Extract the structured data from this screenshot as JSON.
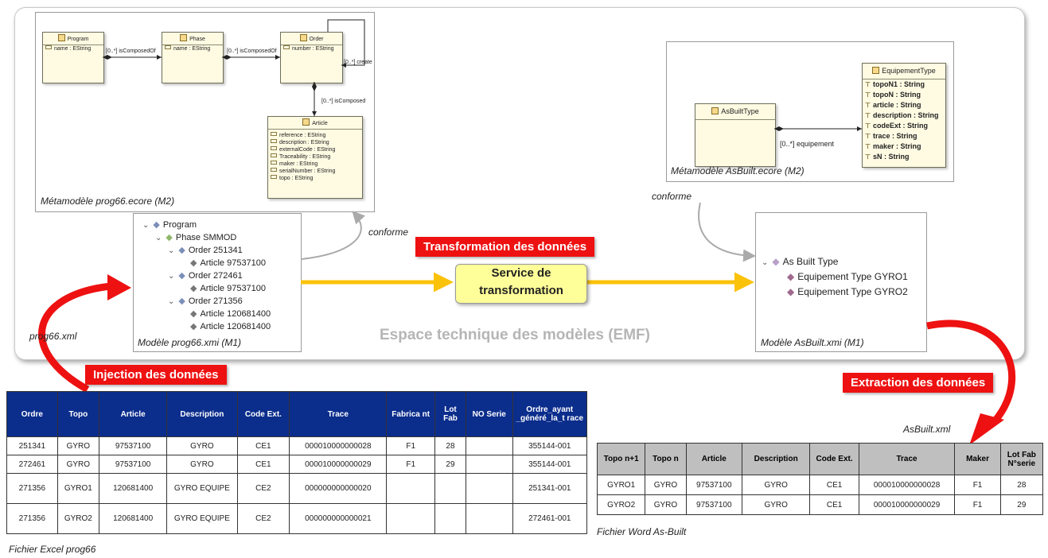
{
  "metamodel_prog66": {
    "caption": "Métamodèle prog66.ecore (M2)",
    "classes": {
      "program": {
        "name": "Program",
        "attrs": [
          "name : EString"
        ]
      },
      "phase": {
        "name": "Phase",
        "attrs": [
          "name : EString"
        ]
      },
      "order": {
        "name": "Order",
        "attrs": [
          "number : EString"
        ]
      },
      "article": {
        "name": "Article",
        "attrs": [
          "reference : EString",
          "description : EString",
          "externalCode : EString",
          "Traceability : EString",
          "maker : EString",
          "serialNumber : EString",
          "topo : EString"
        ]
      }
    },
    "relations": {
      "program_phase": "[0..*] isComposedOf",
      "phase_order": "[0..*] isComposedOf",
      "order_self": "[0..*] create",
      "order_article": "[0..*] isComposed"
    }
  },
  "model_prog66": {
    "caption": "Modèle prog66.xmi (M1)",
    "tree": [
      "Program",
      "Phase SMMOD",
      "Order 251341",
      "Article 97537100",
      "Order 272461",
      "Article 97537100",
      "Order 271356",
      "Article 120681400",
      "Article 120681400"
    ]
  },
  "metamodel_asbuilt": {
    "caption": "Métamodèle AsBuilt.ecore (M2)",
    "asbuilt_class": "AsBuiltType",
    "equip_class": "EquipementType",
    "equip_attrs": [
      "topoN1 : String",
      "topoN : String",
      "article : String",
      "description : String",
      "codeExt : String",
      "trace : String",
      "maker : String",
      "sN : String"
    ],
    "relation": "[0..*] equipement"
  },
  "model_asbuilt": {
    "caption": "Modèle AsBuilt.xmi (M1)",
    "tree": [
      "As Built Type",
      "Equipement Type GYRO1",
      "Equipement Type GYRO2"
    ]
  },
  "labels": {
    "conforme_left": "conforme",
    "conforme_right": "conforme",
    "transformation_banner": "Transformation des données",
    "service_line1": "Service de",
    "service_line2": "transformation",
    "emf_title": "Espace technique des modèles (EMF)",
    "injection_banner": "Injection des données",
    "extraction_banner": "Extraction des données",
    "prog66_xml": "prog66.xml",
    "asbuilt_xml": "AsBuilt.xml",
    "excel_caption": "Fichier Excel prog66",
    "word_caption": "Fichier Word As-Built"
  },
  "excel_table": {
    "headers": [
      "Ordre",
      "Topo",
      "Article",
      "Description",
      "Code Ext.",
      "Trace",
      "Fabrica nt",
      "Lot Fab",
      "NO Serie",
      "Ordre_ayant _généré_la_t race"
    ],
    "rows": [
      [
        "251341",
        "GYRO",
        "97537100",
        "GYRO",
        "CE1",
        "000010000000028",
        "F1",
        "28",
        "",
        "355144-001"
      ],
      [
        "272461",
        "GYRO",
        "97537100",
        "GYRO",
        "CE1",
        "000010000000029",
        "F1",
        "29",
        "",
        "355144-001"
      ],
      [
        "271356",
        "GYRO1",
        "120681400",
        "GYRO EQUIPE",
        "CE2",
        "000000000000020",
        "",
        "",
        "",
        "251341-001"
      ],
      [
        "271356",
        "GYRO2",
        "120681400",
        "GYRO EQUIPE",
        "CE2",
        "000000000000021",
        "",
        "",
        "",
        "272461-001"
      ]
    ]
  },
  "word_table": {
    "headers": [
      "Topo n+1",
      "Topo n",
      "Article",
      "Description",
      "Code Ext.",
      "Trace",
      "Maker",
      "Lot Fab N°serie"
    ],
    "rows": [
      [
        "GYRO1",
        "GYRO",
        "97537100",
        "GYRO",
        "CE1",
        "000010000000028",
        "F1",
        "28"
      ],
      [
        "GYRO2",
        "GYRO",
        "97537100",
        "GYRO",
        "CE1",
        "000010000000029",
        "F1",
        "29"
      ]
    ]
  },
  "colors": {
    "red": "#ee1111",
    "arrow_yellow": "#fbc20a",
    "header_blue": "#0b2d8c",
    "header_gray": "#bfbfbf"
  }
}
